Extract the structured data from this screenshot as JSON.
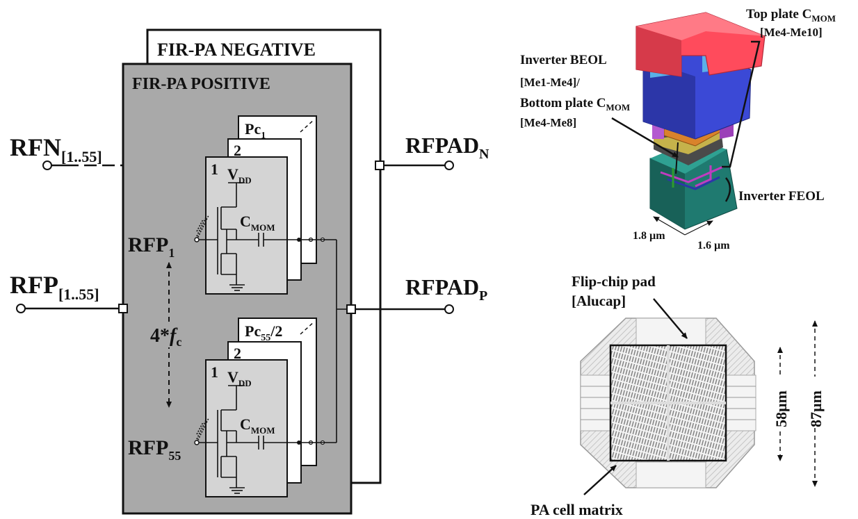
{
  "schematic": {
    "negative_title": "FIR-PA NEGATIVE",
    "positive_title": "FIR-PA POSITIVE",
    "rfn": {
      "main": "RFN",
      "sub": "[1..55]"
    },
    "rfp": {
      "main": "RFP",
      "sub": "[1..55]"
    },
    "rfpad_n": {
      "main": "RFPAD",
      "sub": "N"
    },
    "rfpad_p": {
      "main": "RFPAD",
      "sub": "P"
    },
    "rfp1": {
      "main": "RFP",
      "sub": "1"
    },
    "rfp55": {
      "main": "RFP",
      "sub": "55"
    },
    "freq": {
      "main": "4*",
      "italic": "f",
      "sub": "c"
    },
    "top_group": {
      "back_label": {
        "main": "Pc",
        "sub": "1"
      },
      "mid_number": "2",
      "front_number": "1",
      "vdd": {
        "main": "V",
        "sub": "DD"
      },
      "cmom": {
        "main": "C",
        "sub": "MOM"
      }
    },
    "bottom_group": {
      "back_label": {
        "main": "Pc",
        "sub": "55",
        "suffix": "/2"
      },
      "mid_number": "2",
      "front_number": "1",
      "vdd": {
        "main": "V",
        "sub": "DD"
      },
      "cmom": {
        "main": "C",
        "sub": "MOM"
      }
    }
  },
  "stack_3d": {
    "top_plate": {
      "main": "Top plate C",
      "sub": "MOM",
      "range": "[Me4-Me10]"
    },
    "inverter_beol": {
      "line1": "Inverter BEOL",
      "line2": "[Me1-Me4]/",
      "line3_main": "Bottom plate C",
      "line3_sub": "MOM",
      "line4": "[Me4-Me8]"
    },
    "inverter_feol": "Inverter FEOL",
    "dim_x": "1.8 µm",
    "dim_y": "1.6 µm",
    "colors": {
      "top": "#ff4b5c",
      "top_side": "#d63a4a",
      "blue": "#3b49d6",
      "blue_side": "#2c36a8",
      "orange": "#d9822b",
      "teal": "#1f7a70",
      "magenta": "#c03cc0"
    }
  },
  "layout_view": {
    "pad_label": "Flip-chip pad",
    "pad_sub": "[Alucap]",
    "matrix_label": "PA cell matrix",
    "dim_inner": "58µm",
    "dim_outer": "87µm"
  }
}
